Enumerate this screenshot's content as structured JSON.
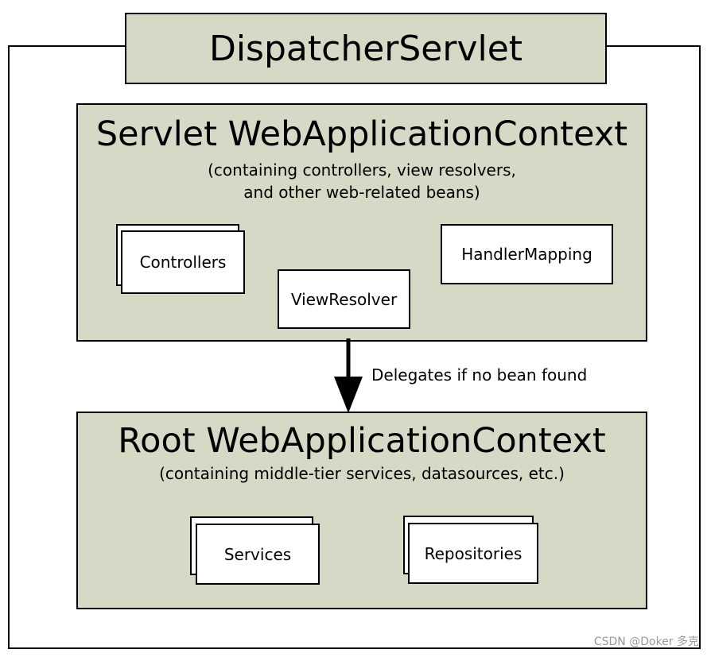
{
  "dispatcher": {
    "title": "DispatcherServlet"
  },
  "servlet_context": {
    "title": "Servlet WebApplicationContext",
    "subtitle_line1": "(containing controllers, view resolvers,",
    "subtitle_line2": "and other web-related beans)",
    "beans": {
      "controllers": "Controllers",
      "view_resolver": "ViewResolver",
      "handler_mapping": "HandlerMapping"
    }
  },
  "delegation": {
    "label": "Delegates if no bean found"
  },
  "root_context": {
    "title": "Root WebApplicationContext",
    "subtitle": "(containing middle-tier services, datasources, etc.)",
    "beans": {
      "services": "Services",
      "repositories": "Repositories"
    }
  },
  "watermark": "CSDN @Doker 多克",
  "colors": {
    "context_fill": "#d7d9c6",
    "bean_fill": "#ffffff",
    "stroke": "#000000"
  }
}
